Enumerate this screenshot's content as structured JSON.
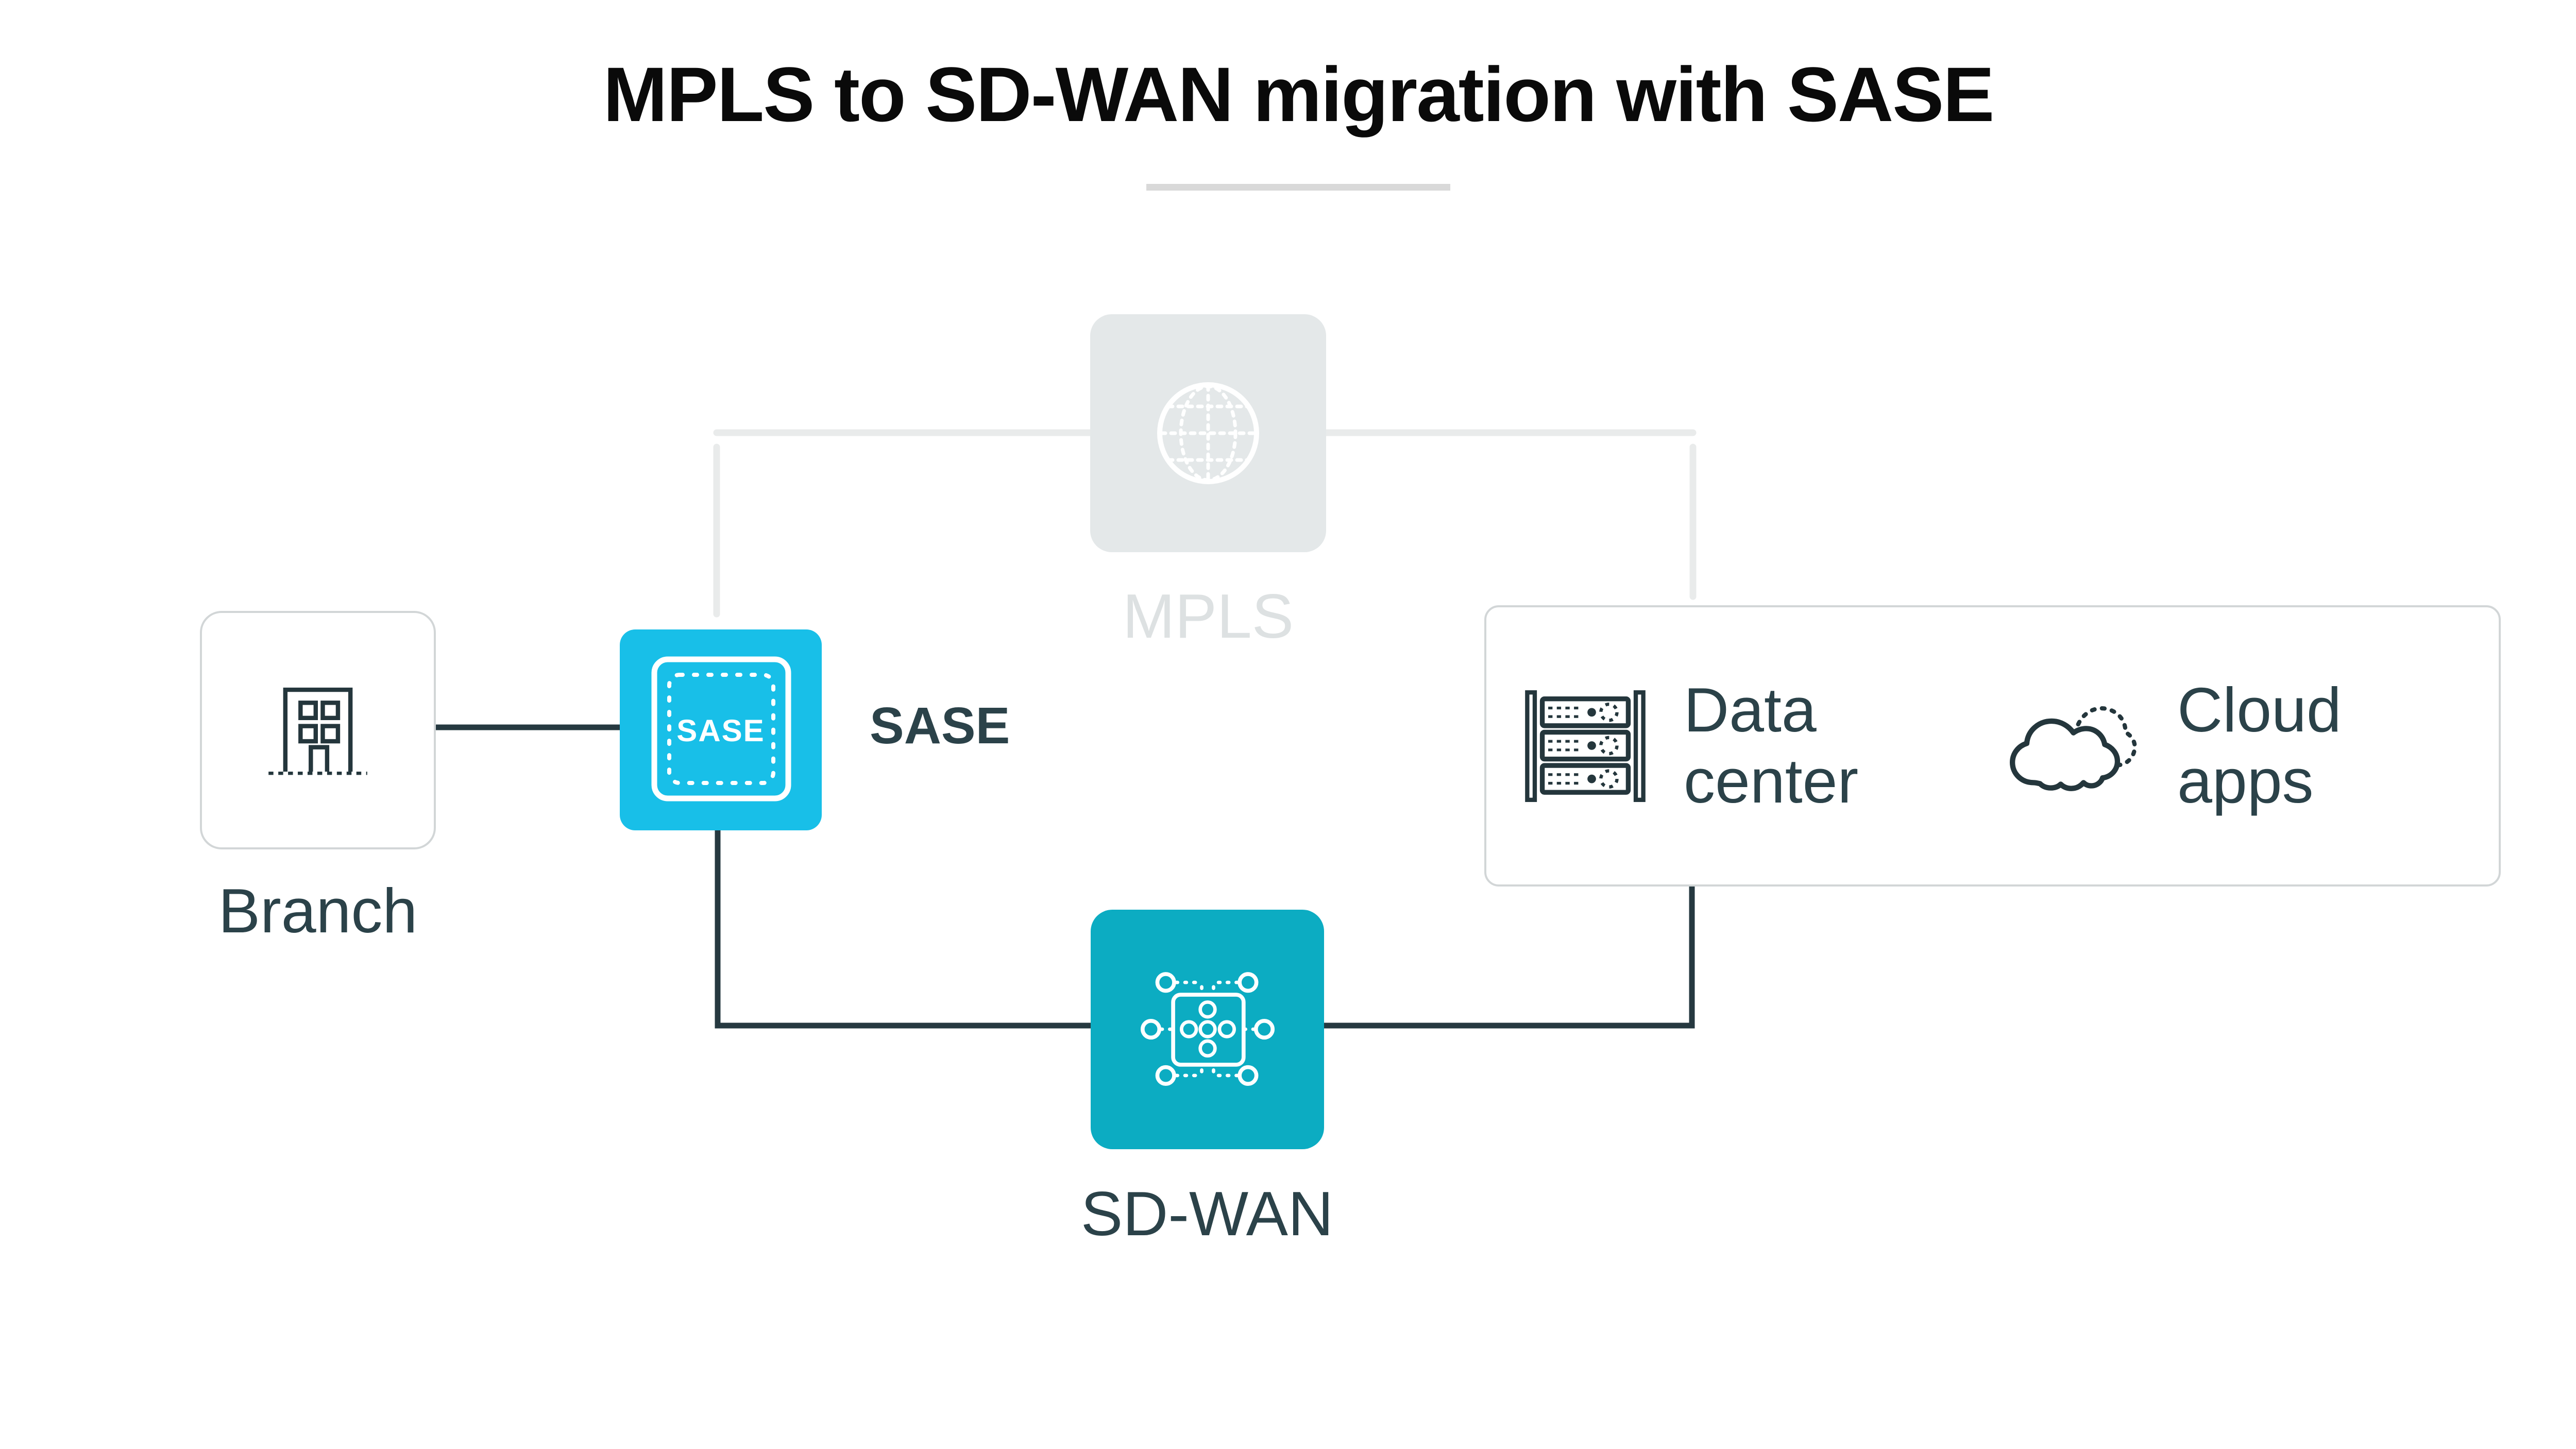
{
  "title": "MPLS to SD-WAN migration with SASE",
  "diagram": {
    "mpls": {
      "label": "MPLS",
      "icon": "globe-icon",
      "state": "inactive"
    },
    "branch": {
      "label": "Branch",
      "icon": "building-icon"
    },
    "sase": {
      "label": "SASE",
      "badge_text": "SASE",
      "icon": "sase-frame-icon"
    },
    "sdwan": {
      "label": "SD-WAN",
      "icon": "network-mesh-icon"
    },
    "services": {
      "datacenter_label": "Data center",
      "cloudapps_label": "Cloud apps",
      "datacenter_icon": "server-rack-icon",
      "cloudapps_icon": "cloud-icon"
    }
  },
  "colors": {
    "sase_cyan": "#18BFE8",
    "sdwan_teal": "#0CACC2",
    "inactive_gray": "#E4E8E9",
    "inactive_text": "#DDE1E2",
    "dashed_line": "#E9EBEB",
    "solid_line": "#263940",
    "label_text": "#2B4249",
    "icon_dark": "#24363C",
    "box_border": "#D2D6D7",
    "title_text": "#0A0A0A",
    "divider": "#D9D9D9"
  }
}
